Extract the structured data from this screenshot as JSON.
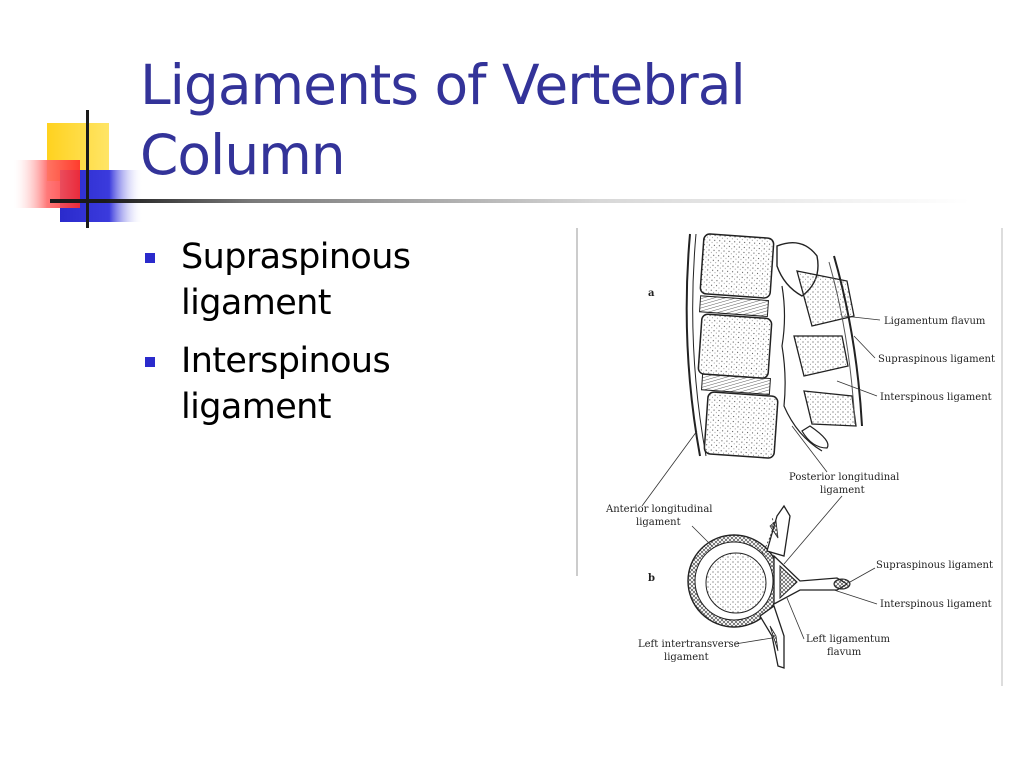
{
  "title": {
    "line1": "Ligaments of Vertebral",
    "line2": "Column"
  },
  "bullets": [
    {
      "line1": "Supraspinous",
      "line2": "ligament"
    },
    {
      "line1": "Interspinous",
      "line2": "ligament"
    }
  ],
  "figure": {
    "panel_a": "a",
    "panel_b": "b",
    "labels": {
      "ligamentum_flavum": "Ligamentum flavum",
      "supraspinous_a": "Supraspinous ligament",
      "interspinous_a": "Interspinous ligament",
      "posterior_longitudinal_1": "Posterior longitudinal",
      "posterior_longitudinal_2": "ligament",
      "anterior_longitudinal_1": "Anterior longitudinal",
      "anterior_longitudinal_2": "ligament",
      "supraspinous_b": "Supraspinous ligament",
      "interspinous_b": "Interspinous ligament",
      "left_intertransverse_1": "Left intertransverse",
      "left_intertransverse_2": "ligament",
      "left_ligamentum_flavum_1": "Left ligamentum",
      "left_ligamentum_flavum_2": "flavum"
    }
  },
  "colors": {
    "title": "#333399",
    "bullet": "#2b2bcc",
    "deco_yellow": "#ffd21f",
    "deco_blue": "#2a2acc",
    "deco_red": "#ff3b3b"
  }
}
